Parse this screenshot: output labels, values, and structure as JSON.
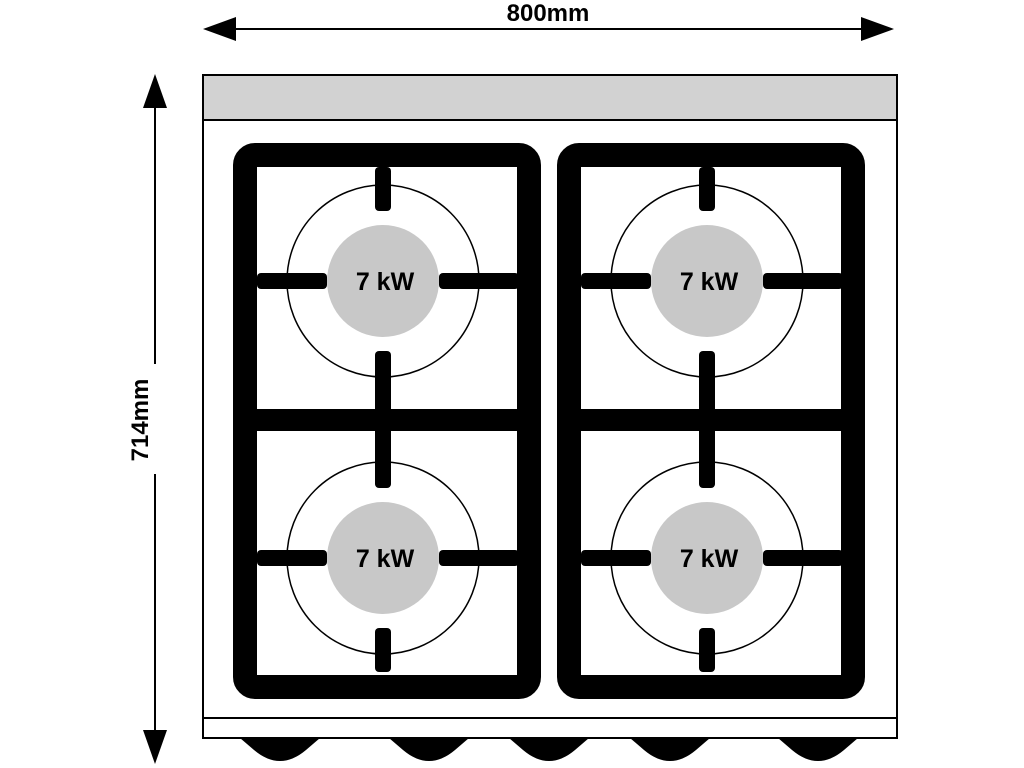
{
  "dimensions": {
    "width_label": "800mm",
    "height_label": "714mm"
  },
  "burners": [
    {
      "position": "rear-left",
      "power_label": "7 kW"
    },
    {
      "position": "rear-right",
      "power_label": "7 kW"
    },
    {
      "position": "front-left",
      "power_label": "7 kW"
    },
    {
      "position": "front-right",
      "power_label": "7 kW"
    }
  ],
  "colors": {
    "line": "#000000",
    "backsplash": "#d2d2d2",
    "burner_cap": "#c8c8c8",
    "background": "#ffffff"
  }
}
